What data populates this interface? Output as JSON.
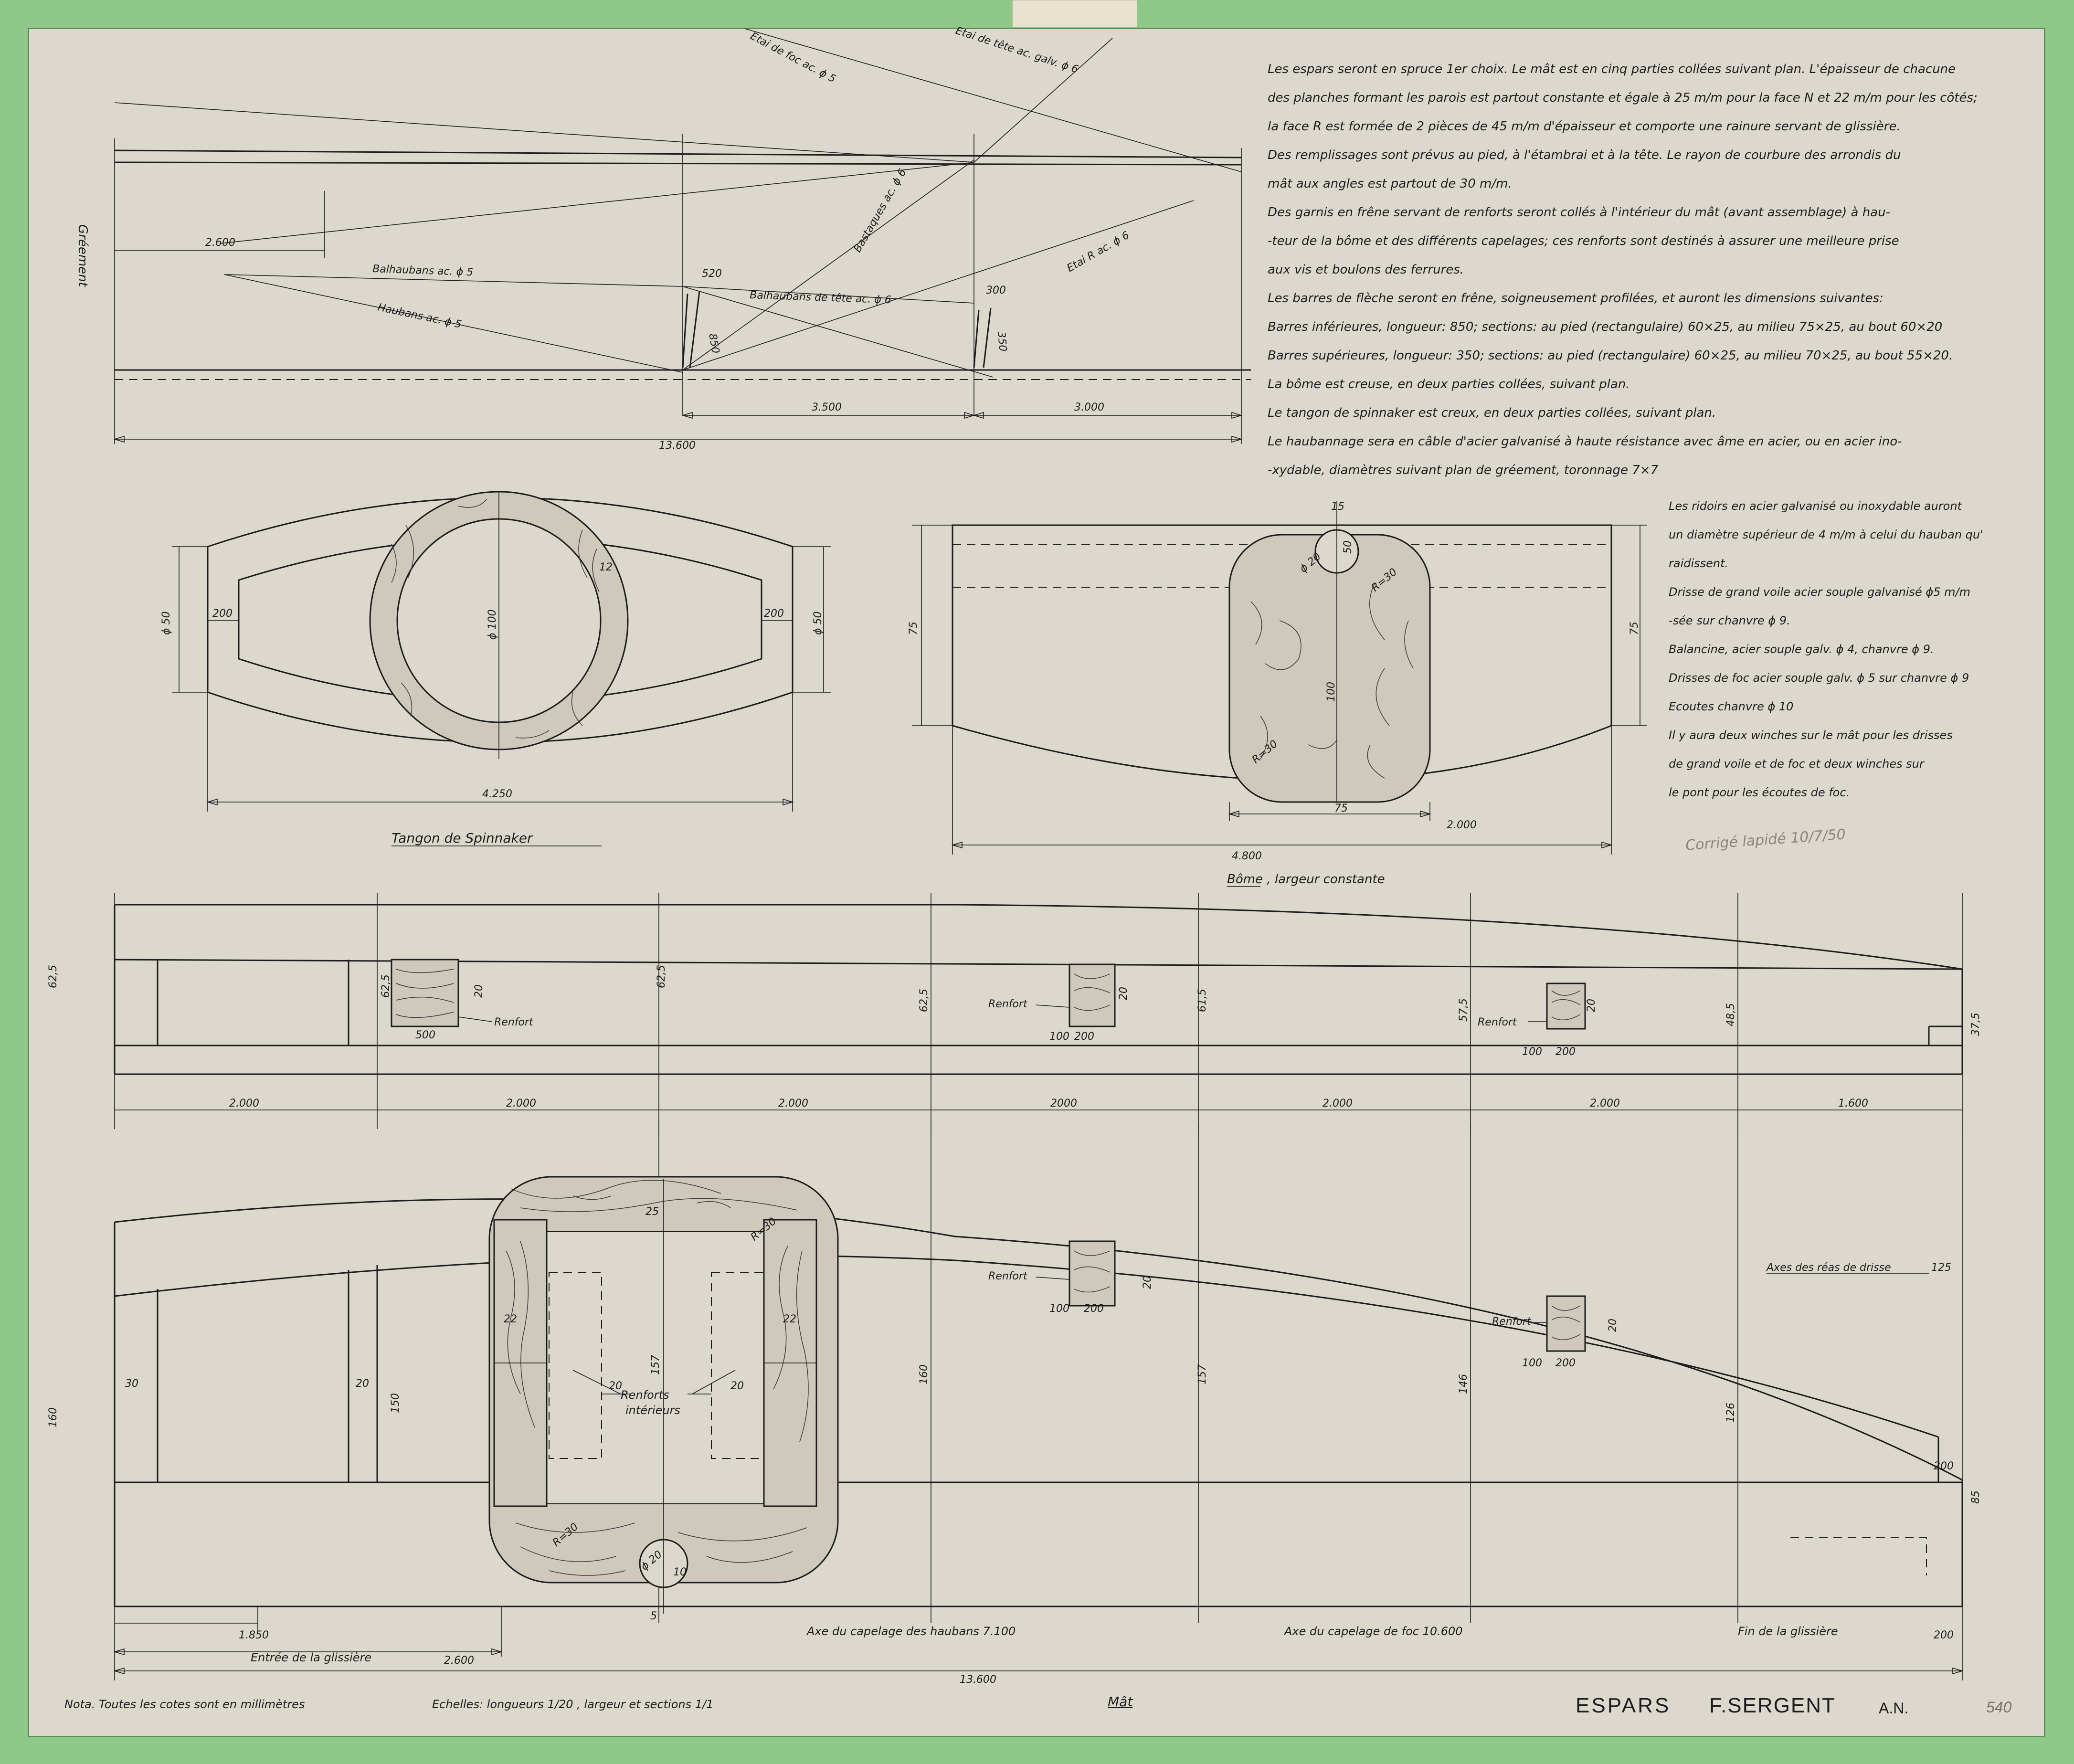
{
  "notes": [
    "Les espars seront en spruce 1er choix. Le mât est en cinq parties collées suivant plan. L'épaisseur de chacune",
    "des planches formant les parois est partout constante et égale à 25 m/m pour la face N et 22 m/m pour les côtés;",
    "la face R est formée de 2 pièces de 45 m/m d'épaisseur et comporte une rainure servant de glissière.",
    "Des remplissages sont prévus au pied, à l'étambrai et à la tête. Le rayon de courbure des arrondis du",
    "mât aux angles est partout de 30 m/m.",
    "Des garnis en frêne servant de renforts seront collés à l'intérieur du mât (avant assemblage) à hau-",
    "-teur de la bôme et des différents capelages; ces renforts sont destinés à assurer une meilleure prise",
    "aux vis et boulons des ferrures.",
    "Les barres de flèche seront en frêne, soigneusement profilées, et auront les dimensions suivantes:",
    "Barres inférieures, longueur: 850; sections: au pied (rectangulaire) 60×25, au milieu 75×25, au bout 60×20",
    "Barres supérieures, longueur: 350; sections: au pied (rectangulaire) 60×25, au milieu 70×25, au bout 55×20.",
    "La bôme est creuse, en deux parties collées, suivant plan.",
    "Le tangon de spinnaker est creux, en deux parties collées, suivant plan.",
    "Le haubannage sera en câble d'acier galvanisé à haute résistance avec âme en acier, ou en acier ino-",
    "-xydable, diamètres suivant plan de gréement, toronnage 7×7"
  ],
  "notes_right": [
    "Les ridoirs en acier galvanisé ou inoxydable auront",
    "un diamètre supérieur de 4 m/m à celui du hauban qu'",
    "raidissent.",
    "Drisse de grand voile acier souple galvanisé ϕ5 m/m",
    "-sée sur chanvre ϕ 9.",
    "Balancine, acier souple galv. ϕ 4, chanvre ϕ 9.",
    "Drisses de foc acier souple galv. ϕ 5 sur chanvre ϕ 9",
    "Ecoutes chanvre ϕ 10",
    "Il y aura deux winches sur le mât pour les drisses",
    "de grand voile et de foc et deux winches sur",
    "le pont pour les écoutes de foc."
  ],
  "pencil_note": "Corrigé lapidé 10/7/50",
  "rigging": {
    "vertical_label": "Gréement",
    "stay_foc": "Etai de foc ac. ϕ 5",
    "stay_tete": "Etai de tête ac. galv. ϕ 6",
    "backstays": "Bastaques ac. ϕ 6",
    "stay_r": "Etai R ac. ϕ 6",
    "balhaubans": "Balhaubans ac. ϕ 5",
    "haubans": "Haubans ac. ϕ 5",
    "balhaubans_tete": "Balhaubans de tête ac. ϕ 6",
    "dim_2600": "2.600",
    "dim_3500": "3.500",
    "dim_3000": "3.000",
    "dim_13600": "13.600",
    "dim_850": "850",
    "dim_350": "350",
    "dim_520": "520",
    "dim_300": "300"
  },
  "spinnaker": {
    "title": "Tangon de Spinnaker",
    "dim_50_left": "ϕ 50",
    "dim_50_right": "ϕ 50",
    "dim_100": "ϕ 100",
    "dim_12": "12",
    "dim_200_left": "200",
    "dim_200_right": "200",
    "dim_length": "4.250"
  },
  "bome": {
    "title": "Bôme , largeur constante",
    "dim_75_left": "75",
    "dim_75_right": "75",
    "dim_100": "100",
    "dim_75_bottom": "75",
    "dim_2000": "2.000",
    "dim_4800": "4.800",
    "r30_top": "R=30",
    "r30_bottom": "R=30",
    "phi20": "ϕ 20",
    "dim_15": "15",
    "dim_50": "50"
  },
  "mast_side": {
    "heights": [
      "62,5",
      "62,5",
      "62,5",
      "62,5",
      "61,5",
      "57,5",
      "48,5",
      "37,5"
    ],
    "renfort": "Renfort",
    "dim_500": "500",
    "dim_20": "20",
    "dim_100": "100",
    "dim_200": "200",
    "segments": [
      "2.000",
      "2.000",
      "2.000",
      "2000",
      "2.000",
      "2.000",
      "1.600"
    ]
  },
  "mast_front": {
    "heights": [
      "160",
      "150",
      "157",
      "160",
      "157",
      "146",
      "126",
      "85"
    ],
    "dim_30": "30",
    "dim_20": "20",
    "dim_22_left": "22",
    "dim_22_right": "22",
    "dim_25": "25",
    "dim_r30": "R=30",
    "dim_phi20": "ϕ 20",
    "dim_10": "10",
    "dim_5": "5",
    "renforts_interieurs": "Renforts intérieurs",
    "renfort": "Renfort",
    "axe_reas": "Axes des réas de drisse",
    "dim_125": "125",
    "dim_200": "200",
    "dim_1850": "1.850",
    "entree": "Entrée de la glissière",
    "dim_2600": "2.600",
    "axe_haubans": "Axe du capelage des haubans 7.100",
    "axe_foc": "Axe du capelage de foc 10.600",
    "fin_glissiere": "Fin de la glissière",
    "dim_13600": "13.600",
    "dim_100": "100"
  },
  "footer": {
    "nota": "Nota. Toutes les cotes sont en millimètres",
    "echelles": "Echelles: longueurs 1/20 , largeur et sections 1/1",
    "mat": "Mât",
    "espars": "ESPARS",
    "author": "F.SERGENT",
    "an": "A.N.",
    "number": "540"
  }
}
